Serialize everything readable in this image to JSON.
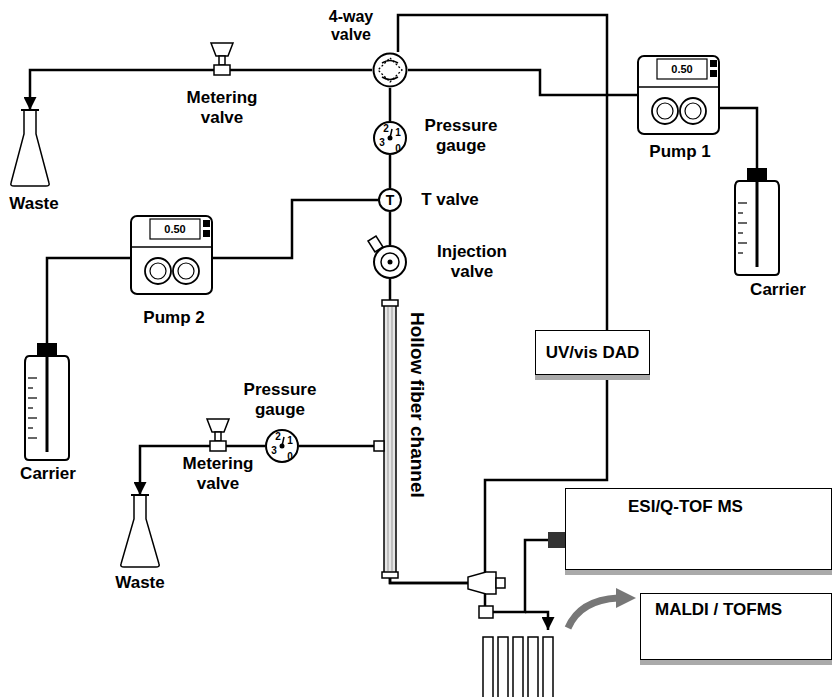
{
  "diagram": {
    "nodes": [
      {
        "text": [
          "4-way valve"
        ]
      },
      {
        "text": [
          "Metering valve"
        ]
      },
      {
        "text": [
          "Waste"
        ]
      },
      {
        "text": [
          "0.50",
          "Pump 1"
        ]
      },
      {
        "text": [
          "Carrier"
        ]
      },
      {
        "text": [
          "Pressure gauge",
          "2",
          "1",
          "3",
          "0"
        ]
      },
      {
        "text": [
          "T",
          "T valve"
        ]
      },
      {
        "text": [
          "Injection valve"
        ]
      },
      {
        "text": [
          "0.50",
          "Pump 2"
        ]
      },
      {
        "text": [
          "Carrier"
        ]
      },
      {
        "text": [
          "Hollow fiber channel"
        ]
      },
      {
        "text": [
          "Pressure gauge",
          "2",
          "1",
          "3",
          "0"
        ]
      },
      {
        "text": [
          "Metering valve"
        ]
      },
      {
        "text": [
          "Waste"
        ]
      },
      {
        "text": [
          "UV/vis DAD"
        ]
      },
      {
        "text": [
          "ESI/Q-TOF MS"
        ]
      },
      {
        "text": [
          "MALDI / TOFMS"
        ]
      }
    ],
    "edges": [
      {
        "from": 0,
        "to": 1,
        "arrow": "none"
      },
      {
        "from": 1,
        "to": 2,
        "arrow": "to"
      },
      {
        "from": 3,
        "to": 0,
        "arrow": "none"
      },
      {
        "from": 4,
        "to": 3,
        "arrow": "none"
      },
      {
        "from": 0,
        "to": 5,
        "arrow": "none"
      },
      {
        "from": 5,
        "to": 6,
        "arrow": "none"
      },
      {
        "from": 6,
        "to": 7,
        "arrow": "none"
      },
      {
        "from": 8,
        "to": 6,
        "arrow": "none"
      },
      {
        "from": 9,
        "to": 8,
        "arrow": "none"
      },
      {
        "from": 7,
        "to": 10,
        "arrow": "none"
      },
      {
        "from": 10,
        "to": 11,
        "arrow": "none"
      },
      {
        "from": 11,
        "to": 12,
        "arrow": "none"
      },
      {
        "from": 12,
        "to": 13,
        "arrow": "to"
      },
      {
        "from": 0,
        "to": 14,
        "arrow": "none"
      },
      {
        "from": 10,
        "to": 14,
        "arrow": "none"
      },
      {
        "from": 10,
        "to": 15,
        "arrow": "none"
      }
    ]
  }
}
